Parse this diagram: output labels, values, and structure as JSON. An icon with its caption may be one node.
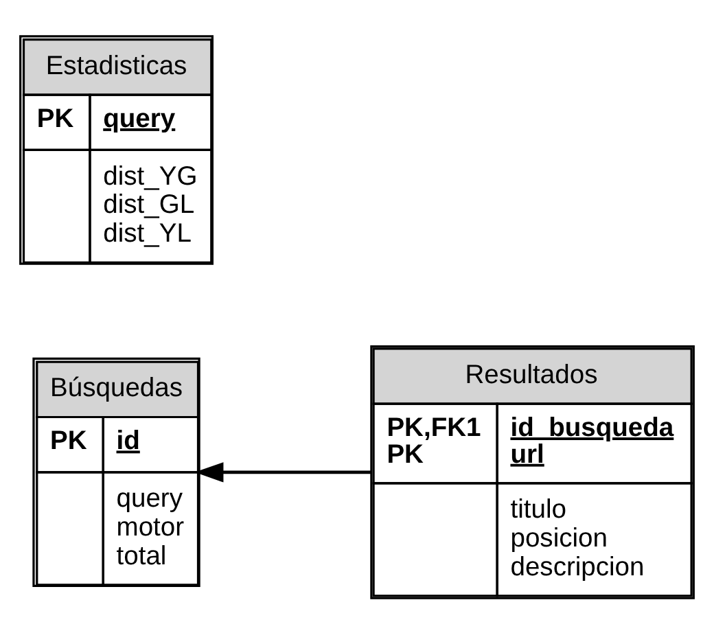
{
  "diagram": {
    "nodes": [
      {
        "text": [
          "Búsquedas",
          "PK",
          "id",
          "query motor total"
        ]
      },
      {
        "text": [
          "Resultados",
          "PK,FK1 PK",
          "id_busqueda url",
          "titulo posicion descripcion"
        ]
      },
      {
        "text": [
          "Estadisticas",
          "PK",
          "query",
          "dist_YG dist_GL dist_YL"
        ]
      }
    ],
    "edges": [
      {
        "from": 1,
        "to": 0,
        "arrow": "to"
      }
    ]
  }
}
